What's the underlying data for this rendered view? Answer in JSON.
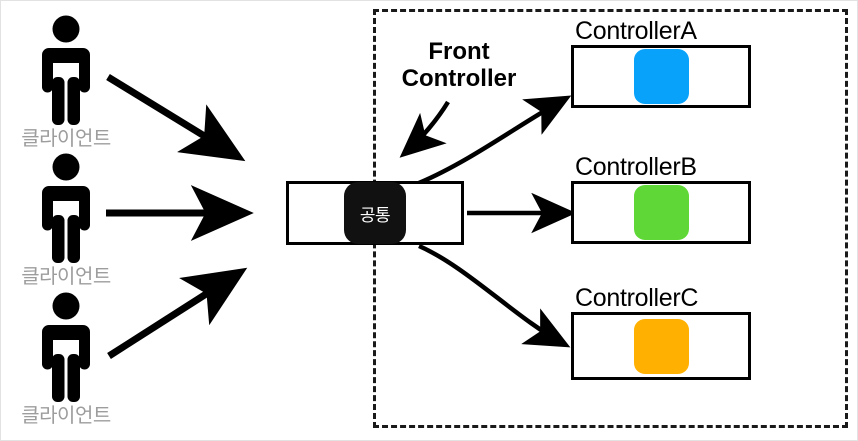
{
  "diagram": {
    "title_visible": false,
    "background_color": "#ffffff",
    "frame_border_color": "#e2e2e2"
  },
  "clients": [
    {
      "label": "클라이언트",
      "icon": "person-icon",
      "color": "#9d9d9d"
    },
    {
      "label": "클라이언트",
      "icon": "person-icon",
      "color": "#9d9d9d"
    },
    {
      "label": "클라이언트",
      "icon": "person-icon",
      "color": "#9d9d9d"
    }
  ],
  "front_controller": {
    "caption_line1": "Front",
    "caption_line2": "Controller",
    "inner_label": "공통",
    "inner_color": "#111111",
    "box_border_color": "#000000"
  },
  "region": {
    "name": "front-controller-region",
    "border_style": "dashed",
    "border_color": "#1a1a1a"
  },
  "controllers": [
    {
      "title": "ControllerA",
      "swatch_color": "#09A2FB"
    },
    {
      "title": "ControllerB",
      "swatch_color": "#5FD837"
    },
    {
      "title": "ControllerC",
      "swatch_color": "#FFB000"
    }
  ],
  "arrows": {
    "client_to_front": [
      "client1-to-front-arrow",
      "client2-to-front-arrow",
      "client3-to-front-arrow"
    ],
    "front_to_controller": [
      "front-to-controllerA-arrow",
      "front-to-controllerB-arrow",
      "front-to-controllerC-arrow"
    ],
    "caption_pointer": "front-controller-caption-arrow"
  }
}
